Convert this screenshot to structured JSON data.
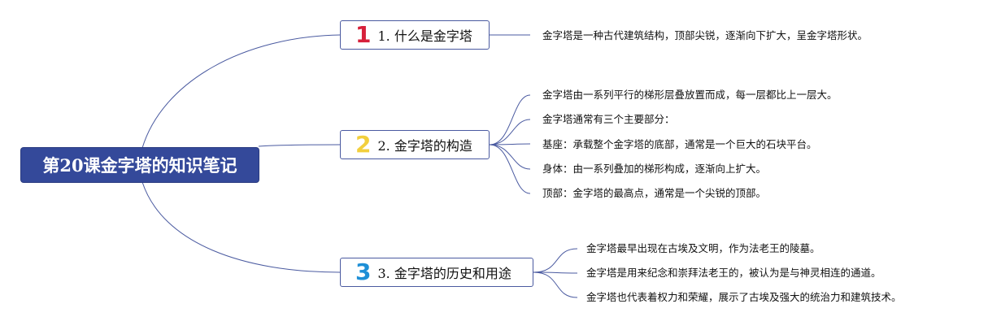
{
  "root": {
    "title": "第20课金字塔的知识笔记"
  },
  "branches": [
    {
      "number": "1",
      "number_color": "#d7203a",
      "title": "1. 什么是金字塔",
      "details": [
        "金字塔是一种古代建筑结构，顶部尖锐，逐渐向下扩大，呈金字塔形状。"
      ]
    },
    {
      "number": "2",
      "number_color": "#f2cf3c",
      "title": "2. 金字塔的构造",
      "details": [
        "金字塔由一系列平行的梯形层叠放置而成，每一层都比上一层大。",
        "金字塔通常有三个主要部分：",
        "基座：承载整个金字塔的底部，通常是一个巨大的石块平台。",
        "身体：由一系列叠加的梯形构成，逐渐向上扩大。",
        "顶部：金字塔的最高点，通常是一个尖锐的顶部。"
      ]
    },
    {
      "number": "3",
      "number_color": "#1e8fd6",
      "title": "3. 金字塔的历史和用途",
      "details": [
        "金字塔最早出现在古埃及文明，作为法老王的陵墓。",
        "金字塔是用来纪念和崇拜法老王的，被认为是与神灵相连的通道。",
        "金字塔也代表着权力和荣耀，展示了古埃及强大的统治力和建筑技术。"
      ]
    }
  ],
  "colors": {
    "root_bg": "#34499a",
    "line": "#4a5aa0"
  }
}
